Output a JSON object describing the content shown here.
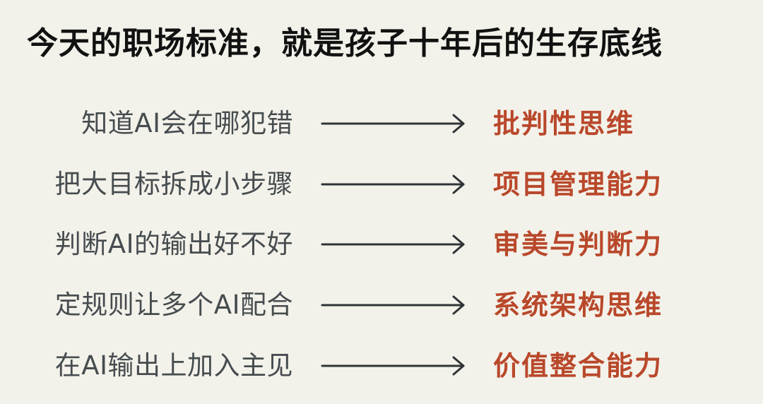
{
  "title": "今天的职场标准，就是孩子十年后的生存底线",
  "colors": {
    "background": "#f3f2ea",
    "title": "#111111",
    "left_text": "#464c4f",
    "arrow": "#2f3436",
    "right_text": "#b9482b"
  },
  "rows": [
    {
      "skill": "知道AI会在哪犯错",
      "arrow_icon": "arrow-right-icon",
      "ability": "批判性思维"
    },
    {
      "skill": "把大目标拆成小步骤",
      "arrow_icon": "arrow-right-icon",
      "ability": "项目管理能力"
    },
    {
      "skill": "判断AI的输出好不好",
      "arrow_icon": "arrow-right-icon",
      "ability": "审美与判断力"
    },
    {
      "skill": "定规则让多个AI配合",
      "arrow_icon": "arrow-right-icon",
      "ability": "系统架构思维"
    },
    {
      "skill": "在AI输出上加入主见",
      "arrow_icon": "arrow-right-icon",
      "ability": "价值整合能力"
    }
  ]
}
